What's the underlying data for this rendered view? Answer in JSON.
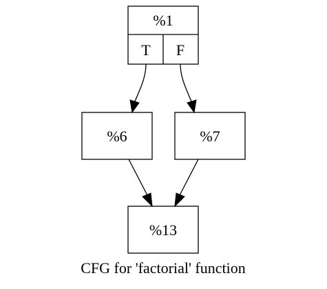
{
  "graph": {
    "caption": "CFG for 'factorial' function",
    "entry": {
      "label": "%1",
      "true_port": "T",
      "false_port": "F"
    },
    "true_block": {
      "label": "%6"
    },
    "false_block": {
      "label": "%7"
    },
    "exit_block": {
      "label": "%13"
    }
  },
  "colors": {
    "stroke": "#000000",
    "background": "#ffffff"
  }
}
